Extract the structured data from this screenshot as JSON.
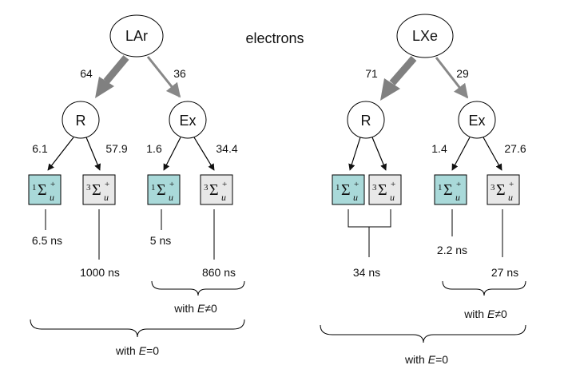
{
  "title": "electrons",
  "colors": {
    "singlet": "#a9d9d9",
    "triplet": "#e8e8e8",
    "thick_arrow": "#808080",
    "thin_arrow": "#888888"
  },
  "state_labels": {
    "singlet_mult": "1",
    "triplet_mult": "3",
    "sigma": "Σ",
    "sup": "+",
    "sub": "u"
  },
  "lar": {
    "root": "LAr",
    "recomb_pct": "64",
    "excit_pct": "36",
    "recomb_node": "R",
    "excit_node": "Ex",
    "r_singlet": "6.1",
    "r_triplet": "57.9",
    "ex_singlet": "1.6",
    "ex_triplet": "34.4",
    "time_singlet_r": "6.5 ns",
    "time_singlet_ex": "5 ns",
    "time_triplet_r": "1000 ns",
    "time_triplet_ex": "860 ns",
    "field_on_prefix": "with ",
    "field_on_var": "E",
    "field_on_suffix": "≠0",
    "field_off_prefix": "with ",
    "field_off_var": "E",
    "field_off_suffix": "=0"
  },
  "lxe": {
    "root": "LXe",
    "recomb_pct": "71",
    "excit_pct": "29",
    "recomb_node": "R",
    "excit_node": "Ex",
    "ex_singlet": "1.4",
    "ex_triplet": "27.6",
    "time_r_combined": "34 ns",
    "time_singlet_ex": "2.2 ns",
    "time_triplet_ex": "27 ns",
    "field_on_prefix": "with ",
    "field_on_var": "E",
    "field_on_suffix": "≠0",
    "field_off_prefix": "with ",
    "field_off_var": "E",
    "field_off_suffix": "=0"
  }
}
